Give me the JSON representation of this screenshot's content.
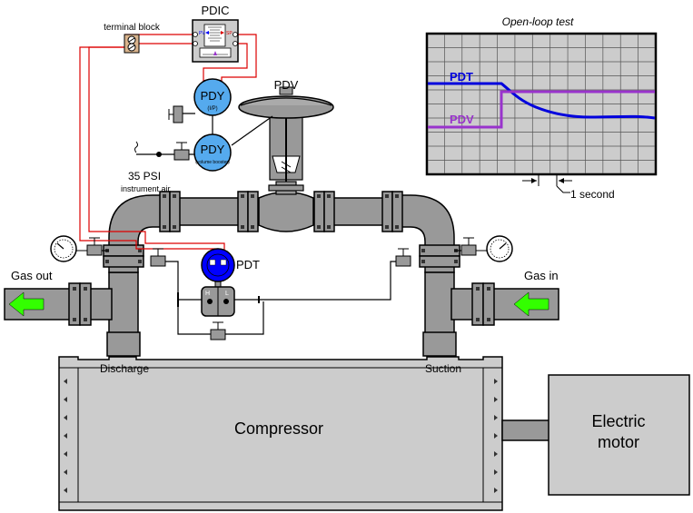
{
  "labels": {
    "pdic": "PDIC",
    "pv": "PV",
    "sp": "SP",
    "terminal_block": "terminal block",
    "pdy": "PDY",
    "ip": "(I/P)",
    "volume_booster": "(volume booster)",
    "pdv": "PDV",
    "pdt": "PDT",
    "h": "H",
    "l": "L",
    "psi": "35 PSI",
    "instrument_air": "instrument air",
    "gas_out": "Gas out",
    "gas_in": "Gas in",
    "discharge": "Discharge",
    "suction": "Suction",
    "compressor": "Compressor",
    "electric_motor_line1": "Electric",
    "electric_motor_line2": "motor"
  },
  "trend": {
    "title": "Open-loop test",
    "time_scale_label": "1 second",
    "series": [
      {
        "name": "PDT",
        "color": "#0000dd"
      },
      {
        "name": "PDV",
        "color": "#9933cc"
      }
    ]
  },
  "colors": {
    "pipe": "#999999",
    "flange": "#666666",
    "instrument": "#55aaee",
    "transmitter": "#0000ff",
    "signal_wire": "#dd0000",
    "arrow": "#33ff00",
    "compressor_body": "#cccccc",
    "trend_bg": "#cccccc"
  }
}
